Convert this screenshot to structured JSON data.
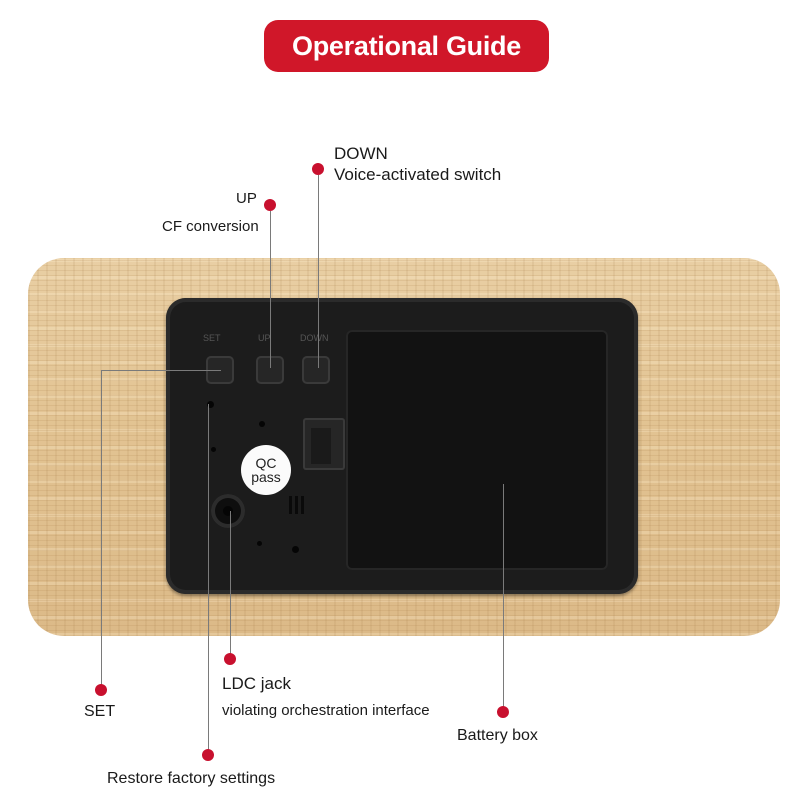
{
  "title": "Operational Guide",
  "product": {
    "button_marks": [
      "SET",
      "UP",
      "DOWN"
    ],
    "qc_sticker": {
      "line1": "QC",
      "line2": "pass"
    }
  },
  "callouts": {
    "down": {
      "title": "DOWN",
      "subtitle": "Voice-activated switch"
    },
    "up": {
      "title": "UP",
      "subtitle": "CF conversion"
    },
    "set": {
      "title": "SET"
    },
    "ldc": {
      "title": "LDC jack",
      "subtitle": "violating orchestration interface"
    },
    "battery": {
      "title": "Battery box"
    },
    "restore": {
      "title": "Restore factory settings"
    }
  },
  "colors": {
    "accent": "#d01729",
    "wood": "#e2c392",
    "panel": "#1c1c1c"
  }
}
